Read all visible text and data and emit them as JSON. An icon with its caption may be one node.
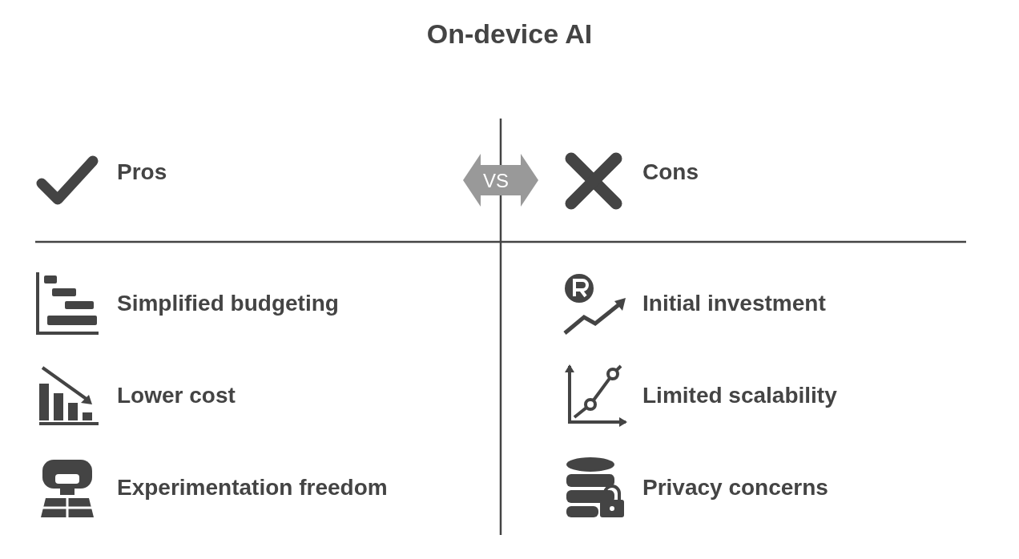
{
  "diagram": {
    "title": "On-device AI",
    "labels": [
      "Pros",
      "VS",
      "Cons",
      "Simplified budgeting",
      "Initial investment",
      "Lower cost",
      "Limited scalability",
      "Experimentation freedom",
      "Privacy concerns"
    ]
  }
}
